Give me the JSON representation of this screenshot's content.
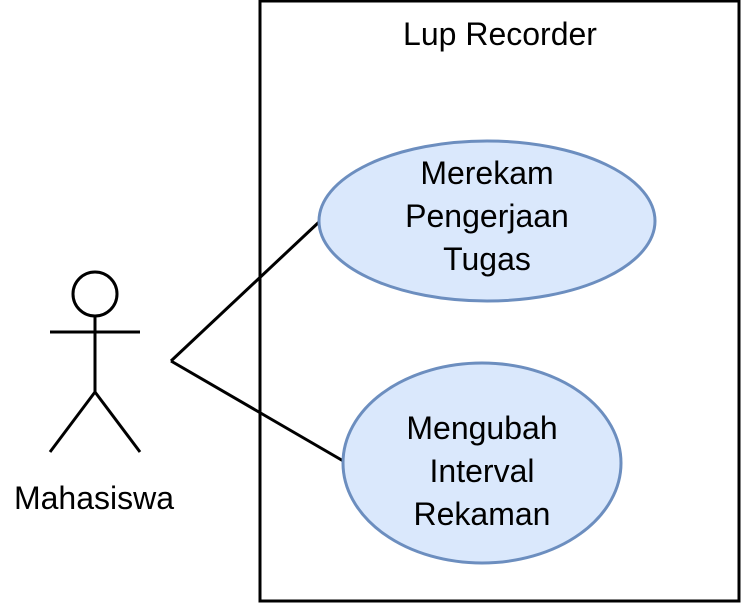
{
  "system": {
    "title": "Lup Recorder"
  },
  "actor": {
    "name": "Mahasiswa"
  },
  "use_cases": [
    {
      "lines": [
        "Merekam",
        "Pengerjaan",
        "Tugas"
      ]
    },
    {
      "lines": [
        "Mengubah",
        "Interval",
        "Rekaman"
      ]
    }
  ],
  "colors": {
    "usecase_fill": "#dae8fc",
    "usecase_stroke": "#6c8ebf",
    "line": "#000000",
    "background": "#ffffff"
  }
}
